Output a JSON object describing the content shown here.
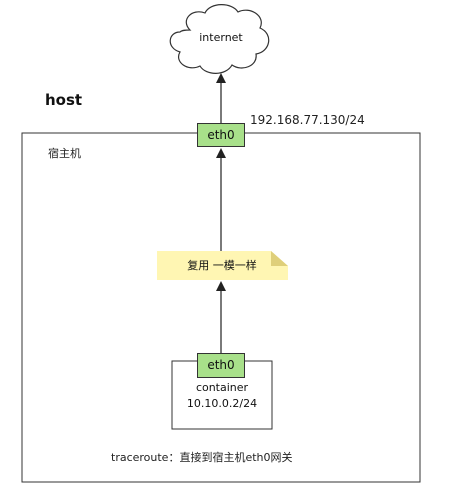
{
  "title": "host",
  "host_box": {
    "label": "宿主机"
  },
  "cloud": {
    "label": "internet"
  },
  "host_interface": {
    "label": "eth0",
    "ip": "192.168.77.130/24"
  },
  "note": {
    "label": "复用  一模一样"
  },
  "container": {
    "interface": "eth0",
    "name": "container",
    "ip": "10.10.0.2/24"
  },
  "annotation": "traceroute：直接到宿主机eth0网关",
  "colors": {
    "interface_fill": "#a8e08a",
    "note_fill": "#fff6b3",
    "line": "#333333"
  }
}
